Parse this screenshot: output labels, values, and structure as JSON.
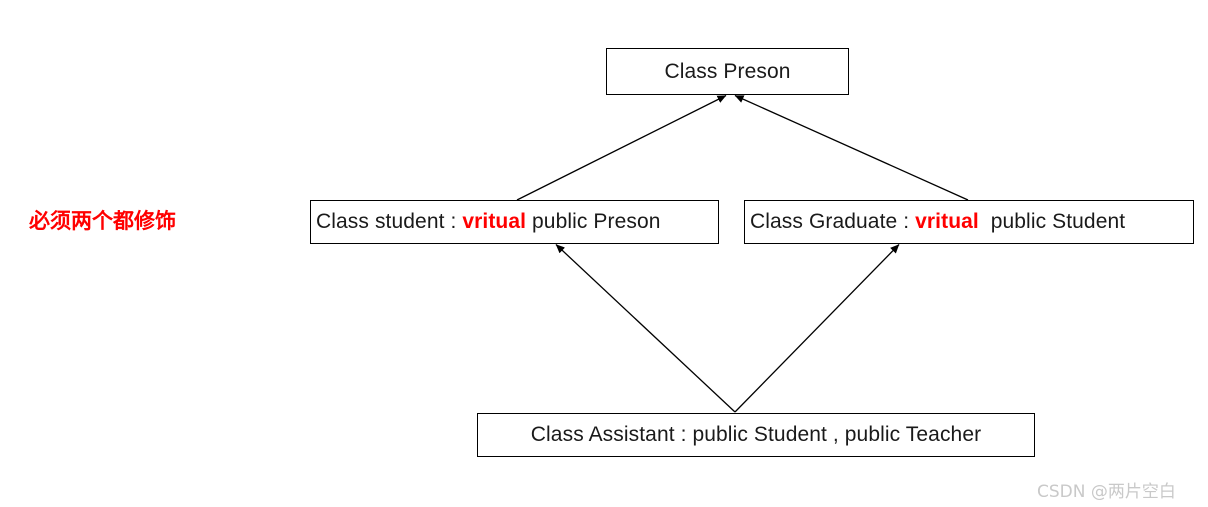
{
  "diagram": {
    "type": "class-inheritance-diagram",
    "background_color": "#ffffff",
    "line_color": "#000000",
    "accent_color": "#ff0000",
    "boxes": {
      "preson": {
        "label": "Class Preson",
        "name": "Preson"
      },
      "student": {
        "prefix": "Class student : ",
        "keyword": "vritual",
        "suffix": " public Preson",
        "full_label": "Class student : vritual public Preson"
      },
      "graduate": {
        "prefix": "Class Graduate : ",
        "keyword": "vritual",
        "suffix": "  public Student",
        "full_label": "Class Graduate : vritual  public Student"
      },
      "assistant": {
        "label": "Class Assistant : public Student , public Teacher"
      }
    },
    "edges": [
      {
        "from": "student",
        "to": "preson",
        "arrow": "filled-triangle"
      },
      {
        "from": "graduate",
        "to": "preson",
        "arrow": "filled-triangle"
      },
      {
        "from": "assistant",
        "to": "student",
        "arrow": "filled-triangle"
      },
      {
        "from": "assistant",
        "to": "graduate",
        "arrow": "filled-triangle"
      }
    ]
  },
  "annotation": {
    "note_text": "必须两个都修饰",
    "note_color": "#ff0000"
  },
  "watermark": {
    "text": "CSDN @两片空白",
    "color": "#c9c9c9"
  }
}
